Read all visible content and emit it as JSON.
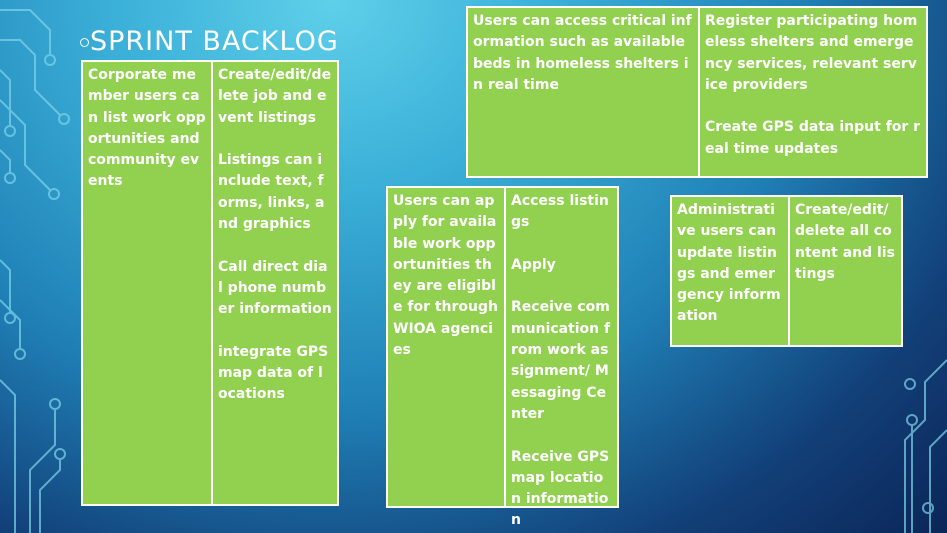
{
  "slide": {
    "title": "SPRINT BACKLOG",
    "colors": {
      "card_fill": "#92d050",
      "card_border": "#ffffff",
      "text": "#ffffff"
    },
    "cards": [
      {
        "story": "Corporate member users can list work opportunities and community events",
        "tasks": [
          "Create/edit/delete job and event listings",
          "Listings can include text, forms, links, and graphics",
          "Call direct dial phone number information",
          "integrate GPS map data of locations"
        ]
      },
      {
        "story": "Users can access critical information such as available beds in homeless shelters in real time",
        "tasks": [
          "Register participating homeless shelters and emergency services, relevant service providers",
          "Create GPS data input for real time updates"
        ]
      },
      {
        "story": "Users can apply for available work opportunities they are eligible for through WIOA agencies",
        "tasks": [
          "Access listings",
          "Apply",
          "Receive communication from work assignment/ Messaging Center",
          "Receive GPS map location information"
        ]
      },
      {
        "story": "Administrative users can update listings and emergency information",
        "tasks": [
          "Create/edit/delete all content and listings"
        ]
      }
    ]
  }
}
